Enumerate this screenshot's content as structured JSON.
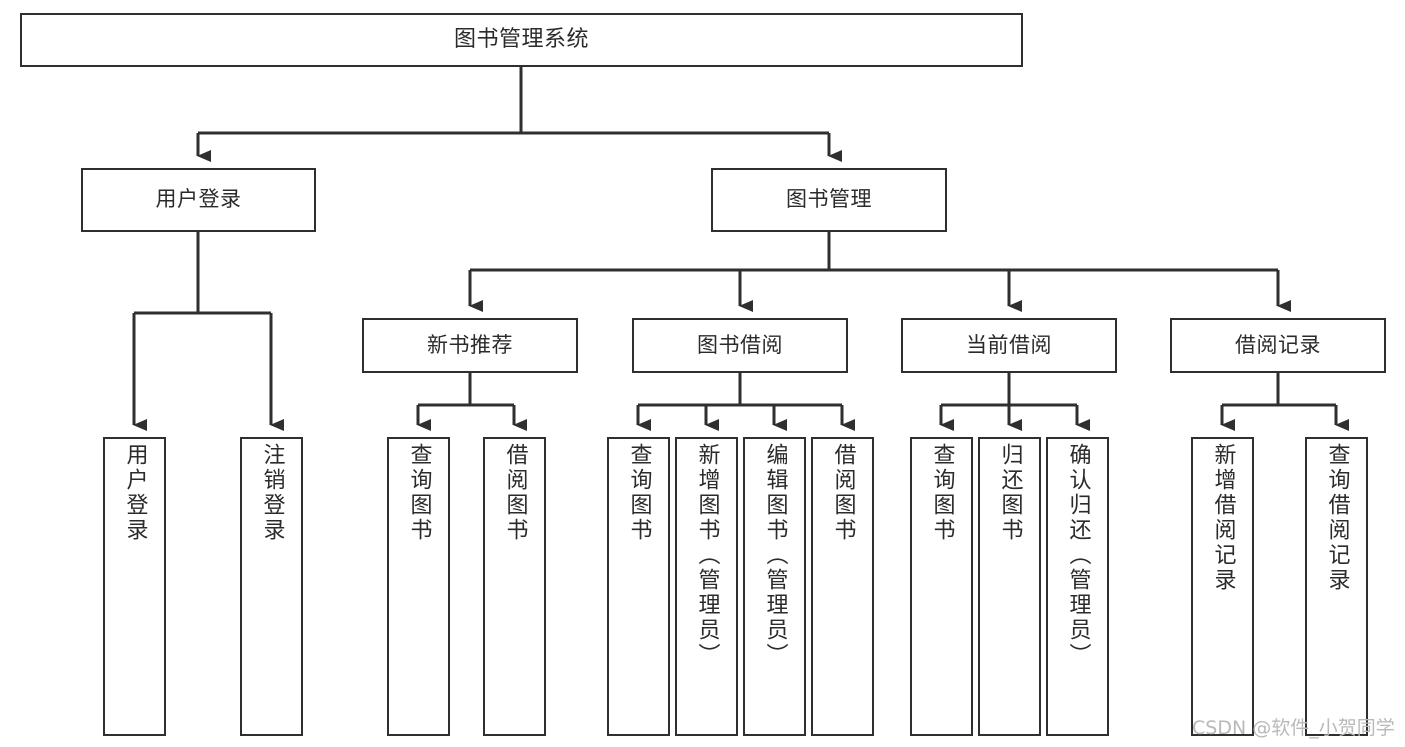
{
  "diagram": {
    "title": "图书管理系统",
    "type": "tree-hierarchy",
    "root": {
      "label": "图书管理系统"
    },
    "level2": [
      {
        "label": "用户登录"
      },
      {
        "label": "图书管理"
      }
    ],
    "level3": [
      {
        "label": "新书推荐"
      },
      {
        "label": "图书借阅"
      },
      {
        "label": "当前借阅"
      },
      {
        "label": "借阅记录"
      }
    ],
    "leaves": {
      "user_login": [
        {
          "label": "用户登录"
        },
        {
          "label": "注销登录"
        }
      ],
      "new_book_recommend": [
        {
          "label": "查询图书"
        },
        {
          "label": "借阅图书"
        }
      ],
      "book_borrow": [
        {
          "label": "查询图书"
        },
        {
          "label": "新增图书（管理员）"
        },
        {
          "label": "编辑图书（管理员）"
        },
        {
          "label": "借阅图书"
        }
      ],
      "current_borrow": [
        {
          "label": "查询图书"
        },
        {
          "label": "归还图书"
        },
        {
          "label": "确认归还（管理员）"
        }
      ],
      "borrow_record": [
        {
          "label": "新增借阅记录"
        },
        {
          "label": "查询借阅记录"
        }
      ]
    },
    "watermark": "CSDN @软件_小贺同学",
    "colors": {
      "stroke": "#2f2f2f",
      "text": "#2b2b2b",
      "background": "#ffffff",
      "watermark": "#b9b9b9"
    }
  }
}
